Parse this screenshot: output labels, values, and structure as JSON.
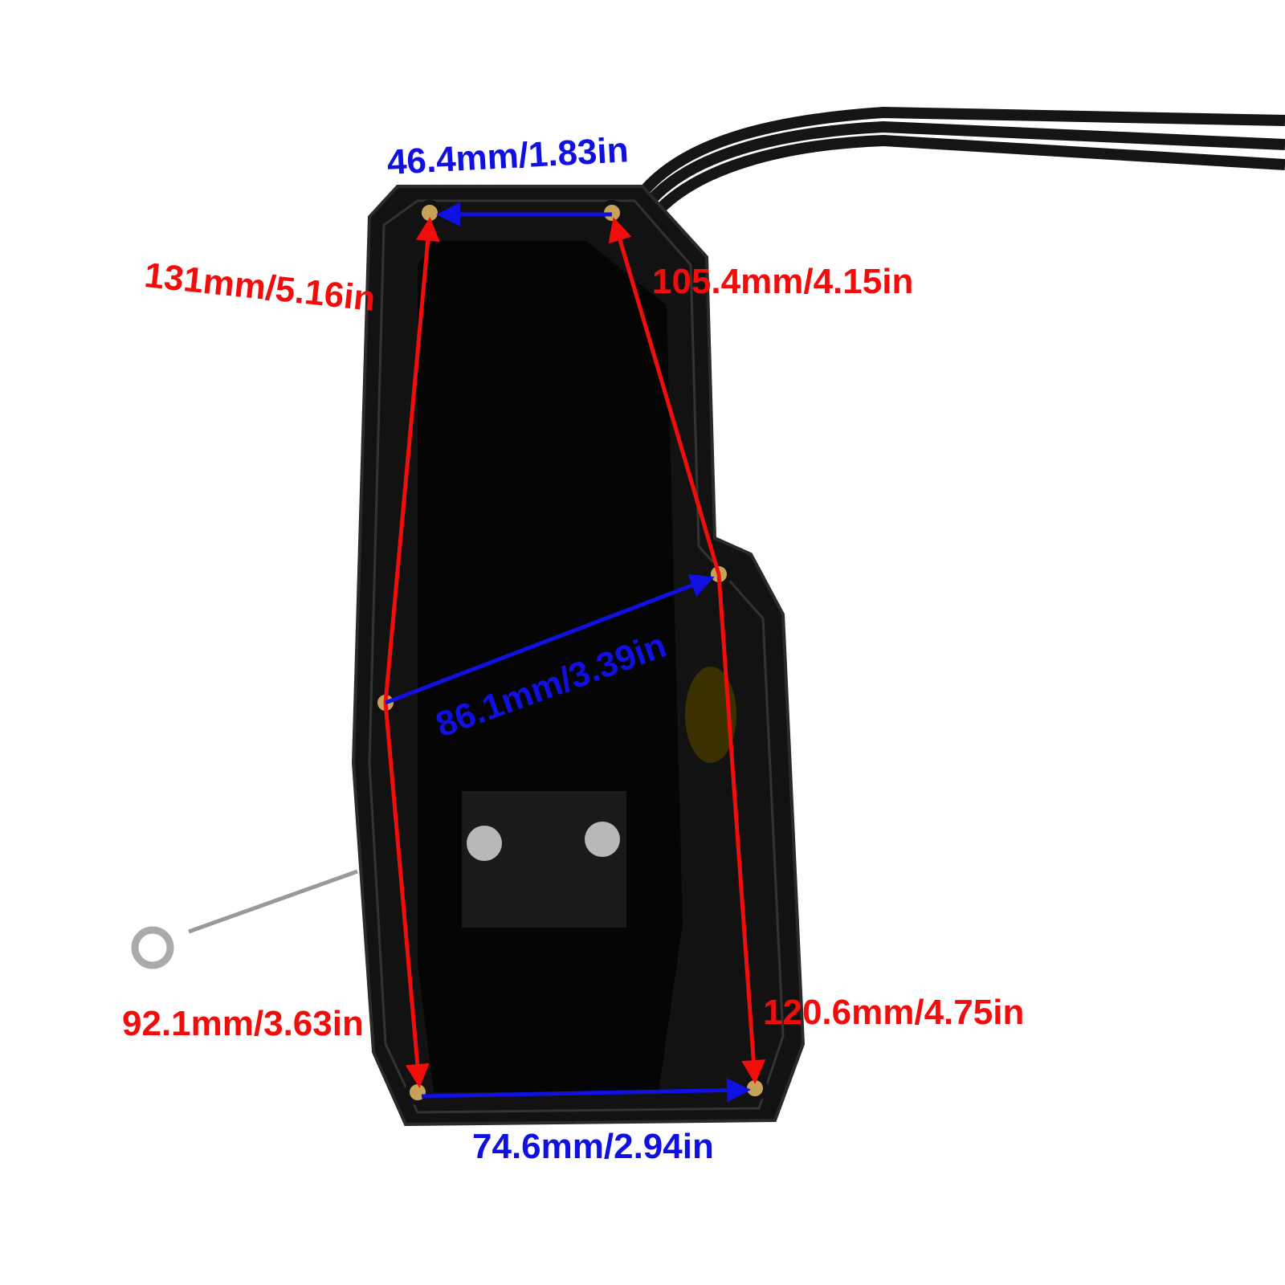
{
  "colors": {
    "red_dimension": "#f20d0d",
    "blue_dimension": "#1010e0",
    "part_body": "#111111",
    "brass_insert": "#c9a25a"
  },
  "dimensions": {
    "top_width": "46.4mm/1.83in",
    "left_upper": "131mm/5.16in",
    "right_upper": "105.4mm/4.15in",
    "diagonal": "86.1mm/3.39in",
    "left_lower": "92.1mm/3.63in",
    "right_lower": "120.6mm/4.75in",
    "bottom_width": "74.6mm/2.94in"
  }
}
